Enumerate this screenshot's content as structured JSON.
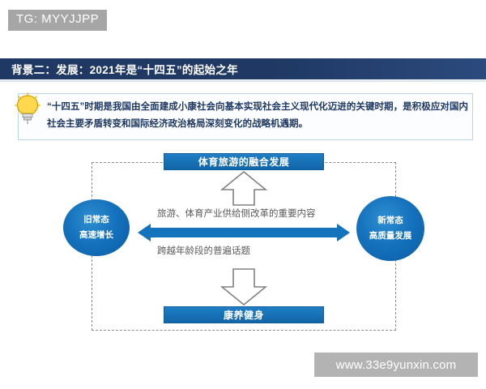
{
  "watermarks": {
    "tg_tag": "TG: MYYJJPP",
    "site_url": "www.33e9yunxin.com"
  },
  "slide": {
    "title": "背景二：发展：2021年是“十四五”的起始之年",
    "callout": {
      "icon": "lightbulb-icon",
      "text": "“十四五”时期是我国由全面建成小康社会向基本实现社会主义现代化迈进的关键时期，是积极应对国内社会主要矛盾转变和国际经济政治格局深刻变化的战略机遇期。"
    },
    "diagram": {
      "banner_top": "体育旅游的融合发展",
      "banner_bottom": "康养健身",
      "ellipse_left": {
        "line1": "旧常态",
        "line2": "高速增长"
      },
      "ellipse_right": {
        "line1": "新常态",
        "line2": "高质量发展"
      },
      "center_label_upper": "旅游、体育产业供给侧改革的重要内容",
      "center_label_lower": "跨越年龄段的普遍话题",
      "arrow_up": "up-arrow-outline",
      "arrow_down": "down-arrow-outline",
      "arrow_horizontal": "double-headed-arrow"
    }
  },
  "colors": {
    "title_bar": "#1f3864",
    "banner_blue": "#1165a8",
    "ellipse_blue": "#1572bd",
    "callout_border": "#bcd2e8",
    "dashed_gray": "#8c8c8c",
    "watermark_gray": "#a6a6a6"
  }
}
